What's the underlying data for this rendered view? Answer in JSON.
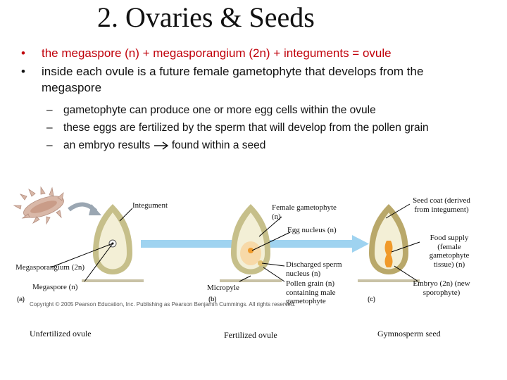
{
  "title": "2. Ovaries & Seeds",
  "bullets": [
    {
      "text": "the megaspore (n) + megasporangium (2n) + integuments = ovule",
      "color": "#c0000a"
    },
    {
      "text": "inside each ovule is a future female gametophyte that develops from the megaspore"
    }
  ],
  "subbullets": [
    {
      "text": "gametophyte can produce one or more egg cells within the ovule"
    },
    {
      "text": "these eggs are fertilized by the sperm that will develop from the pollen grain"
    },
    {
      "text_before": "an embryo results",
      "text_after": "found within a seed"
    }
  ],
  "figure": {
    "labels": {
      "integument": "Integument",
      "female_gametophyte": "Female gametophyte (n)",
      "egg_nucleus": "Egg nucleus (n)",
      "megasporangium": "Megasporangium (2n)",
      "megaspore": "Megaspore (n)",
      "micropyle": "Micropyle",
      "discharged_sperm": "Discharged sperm nucleus (n)",
      "pollen_grain": "Pollen grain (n) containing male gametophyte",
      "seed_coat": "Seed coat (derived from integument)",
      "food_supply": "Food supply (female gametophyte tissue) (n)",
      "embryo": "Embryo (2n) (new sporophyte)"
    },
    "panel_letters": [
      "(a)",
      "(b)",
      "(c)"
    ],
    "copyright": "Copyright © 2005 Pearson Education, Inc. Publishing as Pearson Benjamin Cummings. All rights reserved.",
    "captions": {
      "a": "Unfertilized ovule",
      "b": "Fertilized ovule",
      "c": "Gymnosperm seed"
    },
    "colors": {
      "arrow": "#9fd3f0",
      "integument": "#c6bf8a",
      "ovule_fill": "#f3efd6",
      "embryo": "#f09a2a",
      "cone": "#d9b8a8"
    }
  }
}
